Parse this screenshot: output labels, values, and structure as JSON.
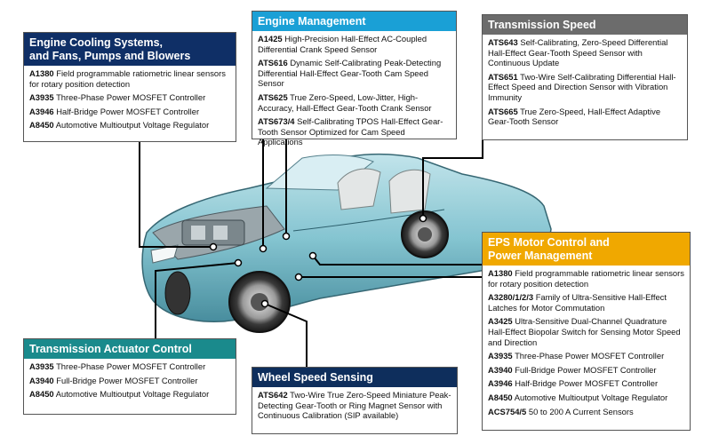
{
  "colors": {
    "cooling": "#0f2f66",
    "engine": "#1aa0d6",
    "transmission_speed": "#6c6c6c",
    "eps": "#f0a800",
    "actuator": "#1a8a8c",
    "wheel": "#0e2e5c"
  },
  "boxes": {
    "cooling": {
      "title_line1": "Engine Cooling Systems,",
      "title_line2": "and Fans, Pumps and Blowers",
      "items": [
        {
          "code": "A1380",
          "desc": "Field programmable ratiometric linear sensors for rotary position detection"
        },
        {
          "code": "A3935",
          "desc": "Three-Phase Power MOSFET Controller"
        },
        {
          "code": "A3946",
          "desc": "Half-Bridge Power MOSFET Controller"
        },
        {
          "code": "A8450",
          "desc": "Automotive Multioutput Voltage Regulator"
        }
      ]
    },
    "engine": {
      "title": "Engine Management",
      "items": [
        {
          "code": "A1425",
          "desc": "High-Precision Hall-Effect AC-Coupled Differential Crank Speed Sensor"
        },
        {
          "code": "ATS616",
          "desc": "Dynamic Self-Calibrating Peak-Detecting Differential Hall-Effect Gear-Tooth Cam Speed Sensor"
        },
        {
          "code": "ATS625",
          "desc": "True Zero-Speed, Low-Jitter, High-Accuracy, Hall-Effect Gear-Tooth Crank Sensor"
        },
        {
          "code": "ATS673/4",
          "desc": "Self-Calibrating TPOS Hall-Effect Gear-Tooth Sensor Optimized for Cam Speed Applications"
        }
      ]
    },
    "transmission_speed": {
      "title": "Transmission Speed",
      "items": [
        {
          "code": "ATS643",
          "desc": "Self-Calibrating, Zero-Speed Differential Hall-Effect Gear-Tooth Speed Sensor with Continuous Update"
        },
        {
          "code": "ATS651",
          "desc": "Two-Wire Self-Calibrating Differential Hall-Effect Speed and Direction Sensor with Vibration Immunity"
        },
        {
          "code": "ATS665",
          "desc": "True Zero-Speed, Hall-Effect Adaptive Gear-Tooth Sensor"
        }
      ]
    },
    "eps": {
      "title_line1": "EPS Motor Control and",
      "title_line2": "Power Management",
      "items": [
        {
          "code": "A1380",
          "desc": "Field programmable ratiometric linear sensors for rotary position detection"
        },
        {
          "code": "A3280/1/2/3",
          "desc": "Family of Ultra-Sensitive Hall-Effect Latches for Motor Commutation"
        },
        {
          "code": "A3425",
          "desc": "Ultra-Sensitive Dual-Channel Quadrature Hall-Effect Biopolar Switch for Sensing Motor Speed and Direction"
        },
        {
          "code": "A3935",
          "desc": "Three-Phase Power MOSFET Controller"
        },
        {
          "code": "A3940",
          "desc": "Full-Bridge Power MOSFET Controller"
        },
        {
          "code": "A3946",
          "desc": "Half-Bridge Power MOSFET Controller"
        },
        {
          "code": "A8450",
          "desc": "Automotive Multioutput Voltage Regulator"
        },
        {
          "code": "ACS754/5",
          "desc": "50 to 200 A Current Sensors"
        }
      ]
    },
    "actuator": {
      "title": "Transmission Actuator Control",
      "items": [
        {
          "code": "A3935",
          "desc": "Three-Phase Power MOSFET Controller"
        },
        {
          "code": "A3940",
          "desc": "Full-Bridge Power MOSFET Controller"
        },
        {
          "code": "A8450",
          "desc": "Automotive Multioutput Voltage Regulator"
        }
      ]
    },
    "wheel": {
      "title": "Wheel Speed Sensing",
      "items": [
        {
          "code": "ATS642",
          "desc": "Two-Wire True Zero-Speed Miniature Peak-Detecting Gear-Tooth or Ring Magnet Sensor with Continuous Calibration (SIP available)"
        }
      ]
    }
  }
}
